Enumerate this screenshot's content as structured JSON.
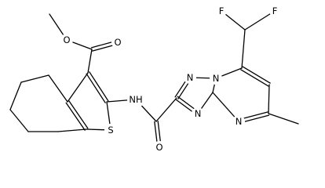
{
  "structure": {
    "atom_labels": {
      "ester_carbonyl_o": "O",
      "ester_ether_o": "O",
      "amide_nh": "NH",
      "thiophene_s": "S",
      "amide_carbonyl_o": "O",
      "triazole_n1": "N",
      "triazole_n2": "N",
      "triazole_n3": "N",
      "pyrimidine_n": "N",
      "fluorine_1": "F",
      "fluorine_2": "F"
    }
  }
}
